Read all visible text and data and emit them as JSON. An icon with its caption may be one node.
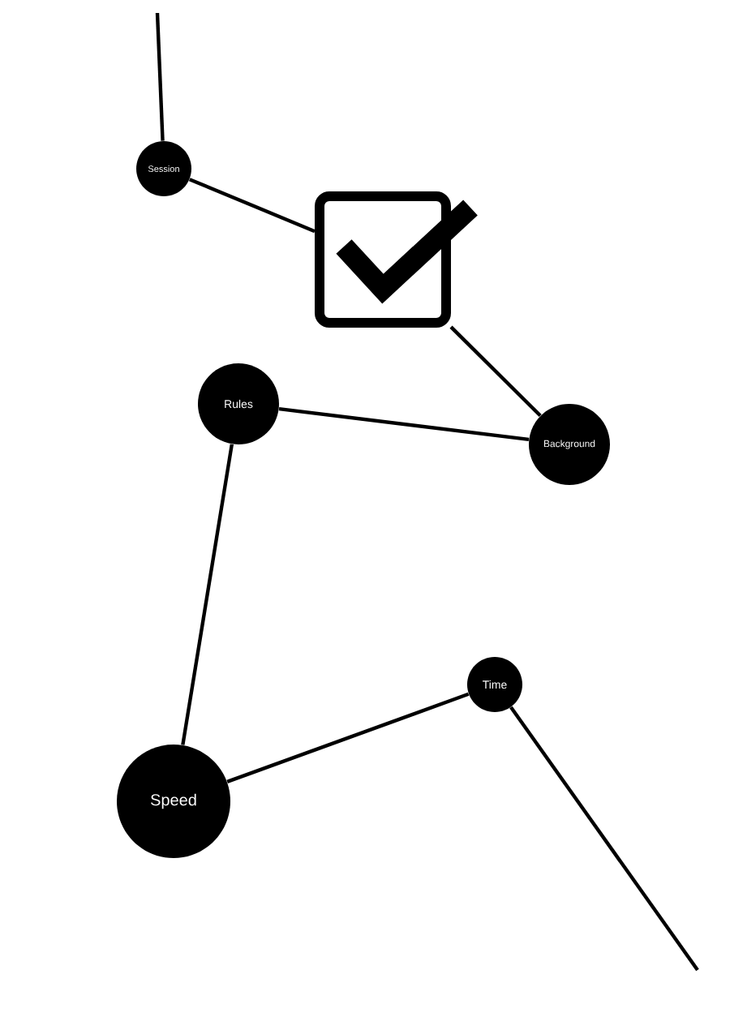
{
  "diagram": {
    "nodes": [
      {
        "text": [
          "Session"
        ]
      },
      {
        "text": [],
        "shape": "checkbox"
      },
      {
        "text": [
          "Rules"
        ]
      },
      {
        "text": [
          "Background"
        ]
      },
      {
        "text": [
          "Time"
        ]
      },
      {
        "text": [
          "Speed"
        ]
      }
    ],
    "edges": [
      {
        "from": null,
        "to": 0,
        "arrow": "none"
      },
      {
        "from": 0,
        "to": 1,
        "arrow": "none"
      },
      {
        "from": 1,
        "to": 3,
        "arrow": "none"
      },
      {
        "from": 2,
        "to": 3,
        "arrow": "none"
      },
      {
        "from": 2,
        "to": 5,
        "arrow": "none"
      },
      {
        "from": 5,
        "to": 4,
        "arrow": "none"
      },
      {
        "from": 4,
        "to": null,
        "arrow": "none"
      }
    ]
  }
}
